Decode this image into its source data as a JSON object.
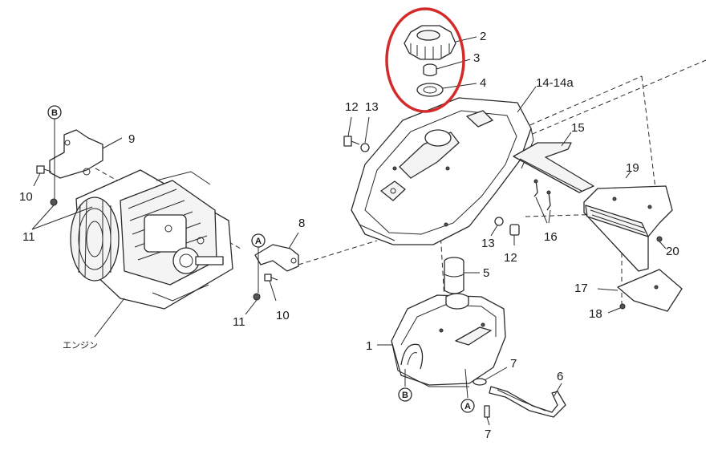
{
  "callouts": {
    "c1": "1",
    "c2": "2",
    "c3": "3",
    "c4": "4",
    "c5": "5",
    "c6": "6",
    "c7a": "7",
    "c7b": "7",
    "c8": "8",
    "c9": "9",
    "c10a": "10",
    "c10b": "10",
    "c11a": "11",
    "c11b": "11",
    "c12a": "12",
    "c12b": "12",
    "c13a": "13",
    "c13b": "13",
    "c14": "14-14a",
    "c15": "15",
    "c16": "16",
    "c17": "17",
    "c18": "18",
    "c19": "19",
    "c20": "20"
  },
  "labels": {
    "engine": "エンジン"
  },
  "markers": {
    "a1": "A",
    "a2": "A",
    "b1": "B",
    "b2": "B"
  },
  "colors": {
    "highlight": "#d42a2a",
    "line": "#2a2a2a"
  }
}
